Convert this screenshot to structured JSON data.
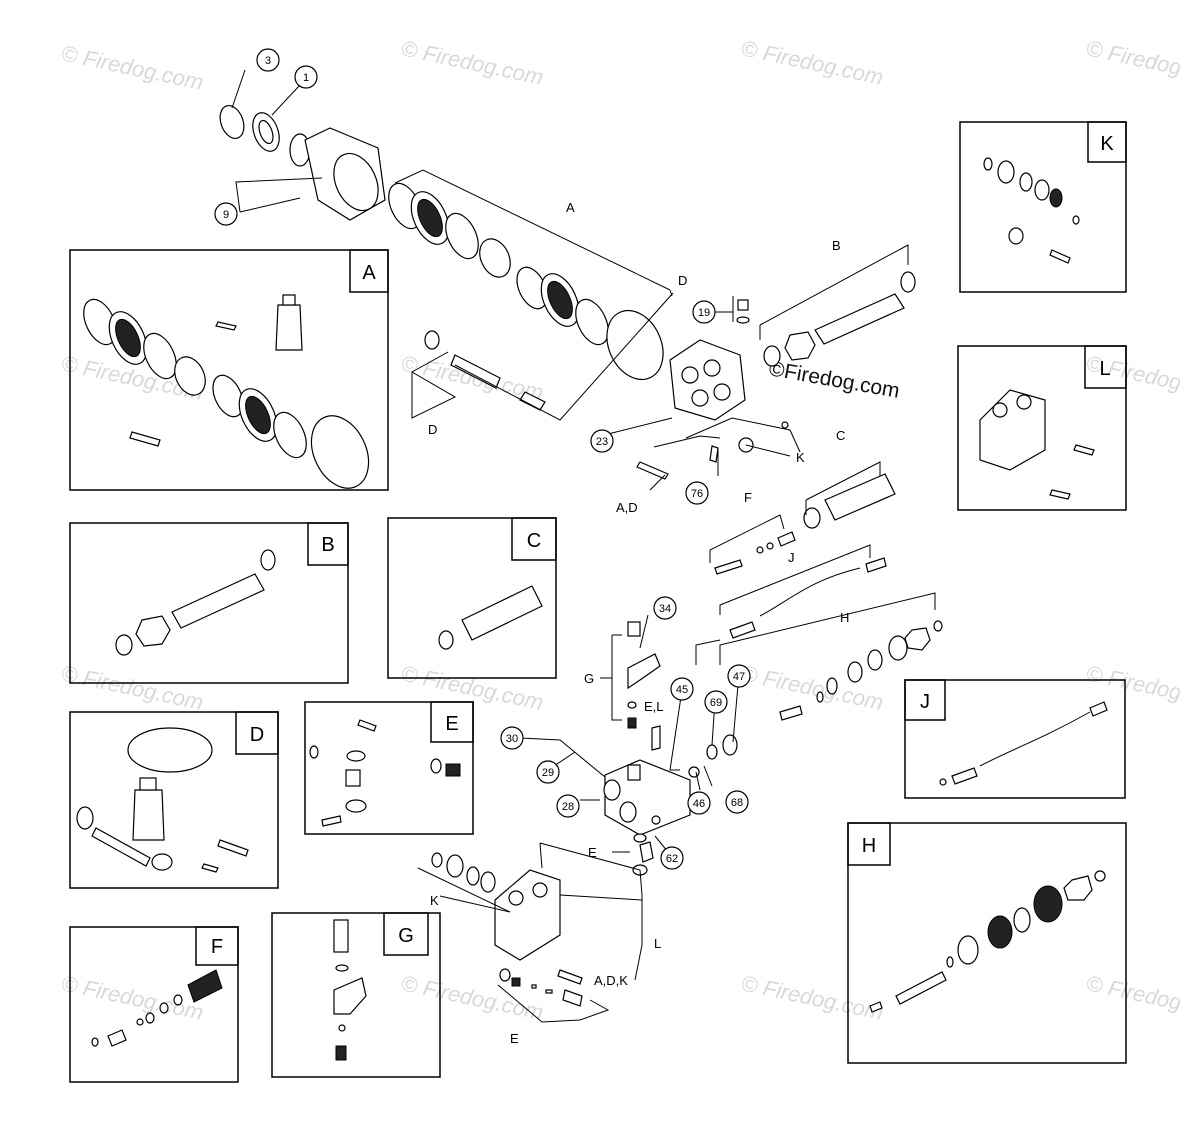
{
  "watermark": "© Firedog.com",
  "watermark_center": "©Firedog.com",
  "kits": [
    {
      "id": "A",
      "label": "A"
    },
    {
      "id": "B",
      "label": "B"
    },
    {
      "id": "C",
      "label": "C"
    },
    {
      "id": "D",
      "label": "D"
    },
    {
      "id": "E",
      "label": "E"
    },
    {
      "id": "F",
      "label": "F"
    },
    {
      "id": "G",
      "label": "G"
    },
    {
      "id": "H",
      "label": "H"
    },
    {
      "id": "J",
      "label": "J"
    },
    {
      "id": "K",
      "label": "K"
    },
    {
      "id": "L",
      "label": "L"
    }
  ],
  "callouts": [
    "3",
    "1",
    "9",
    "19",
    "23",
    "76",
    "34",
    "45",
    "47",
    "69",
    "30",
    "29",
    "28",
    "46",
    "68",
    "62"
  ],
  "letter_labels": {
    "A_top": "A",
    "B_top": "B",
    "C_top": "C",
    "D_right": "D",
    "D_left": "D",
    "K_mid": "K",
    "AD": "A,D",
    "F_top": "F",
    "J_top": "J",
    "H_top": "H",
    "G_left": "G",
    "EL": "E,L",
    "E_mid": "E",
    "K_low": "K",
    "L_low": "L",
    "ADK": "A,D,K",
    "E_low": "E"
  }
}
